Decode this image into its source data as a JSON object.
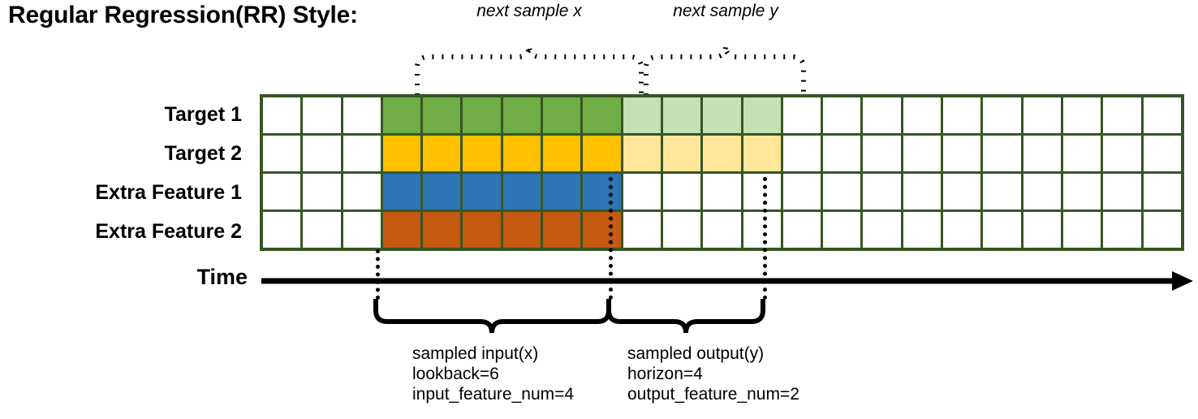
{
  "title": "Regular Regression(RR) Style:",
  "colors": {
    "grid_border": "#375623",
    "target1": "#70AD47",
    "target1_light": "#C5E0B4",
    "target2": "#FFC000",
    "target2_light": "#FFE699",
    "extra1": "#2E75B6",
    "extra2": "#C55A11",
    "axis": "#000000"
  },
  "top_annotations": {
    "x": "next sample x",
    "y": "next sample y"
  },
  "rows": [
    {
      "label": "Target 1"
    },
    {
      "label": "Target 2"
    },
    {
      "label": "Extra Feature 1"
    },
    {
      "label": "Extra Feature 2"
    }
  ],
  "grid": {
    "columns": 23,
    "rows": 4,
    "leading_blank_columns": 3,
    "input_columns": 6,
    "output_columns": 4,
    "trailing_blank_columns": 10,
    "fills": [
      [
        "white",
        "white",
        "white",
        "green",
        "green",
        "green",
        "green",
        "green",
        "green",
        "lightgreen",
        "lightgreen",
        "lightgreen",
        "lightgreen",
        "white",
        "white",
        "white",
        "white",
        "white",
        "white",
        "white",
        "white",
        "white",
        "white"
      ],
      [
        "white",
        "white",
        "white",
        "gold",
        "gold",
        "gold",
        "gold",
        "gold",
        "gold",
        "lightgold",
        "lightgold",
        "lightgold",
        "lightgold",
        "white",
        "white",
        "white",
        "white",
        "white",
        "white",
        "white",
        "white",
        "white",
        "white"
      ],
      [
        "white",
        "white",
        "white",
        "blue",
        "blue",
        "blue",
        "blue",
        "blue",
        "blue",
        "white",
        "white",
        "white",
        "white",
        "white",
        "white",
        "white",
        "white",
        "white",
        "white",
        "white",
        "white",
        "white",
        "white"
      ],
      [
        "white",
        "white",
        "white",
        "orange",
        "orange",
        "orange",
        "orange",
        "orange",
        "orange",
        "white",
        "white",
        "white",
        "white",
        "white",
        "white",
        "white",
        "white",
        "white",
        "white",
        "white",
        "white",
        "white",
        "white"
      ]
    ]
  },
  "time_axis": {
    "label": "Time"
  },
  "captions": {
    "input": {
      "line1": "sampled input(x)",
      "line2": "lookback=6",
      "line3": "input_feature_num=4"
    },
    "output": {
      "line1": "sampled output(y)",
      "line2": "horizon=4",
      "line3": "output_feature_num=2"
    }
  }
}
